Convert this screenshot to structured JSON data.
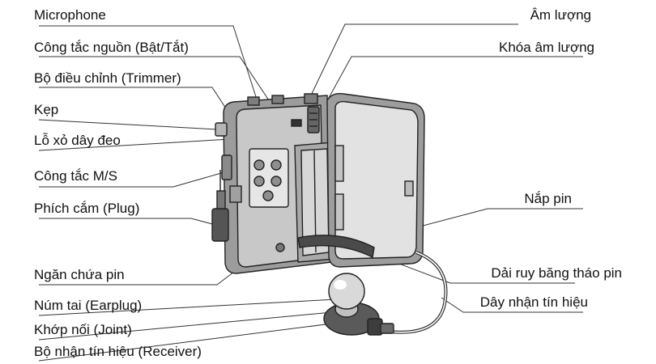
{
  "labels": {
    "microphone": "Microphone",
    "power_switch": "Công tắc nguồn (Bật/Tắt)",
    "trimmer": "Bộ điều chỉnh (Trimmer)",
    "clip": "Kẹp",
    "strap_hole": "Lỗ xỏ dây đeo",
    "ms_switch": "Công tắc M/S",
    "plug": "Phích cắm (Plug)",
    "battery_compartment": "Ngăn chứa pin",
    "earplug": "Núm tai (Earplug)",
    "joint": "Khớp nối (Joint)",
    "receiver": "Bộ nhận tín hiệu (Receiver)",
    "volume": "Âm lượng",
    "volume_lock": "Khóa âm lượng",
    "battery_cover": "Nắp pin",
    "battery_ribbon": "Dải ruy băng tháo pin",
    "signal_cord": "Dây nhận tín hiệu"
  }
}
